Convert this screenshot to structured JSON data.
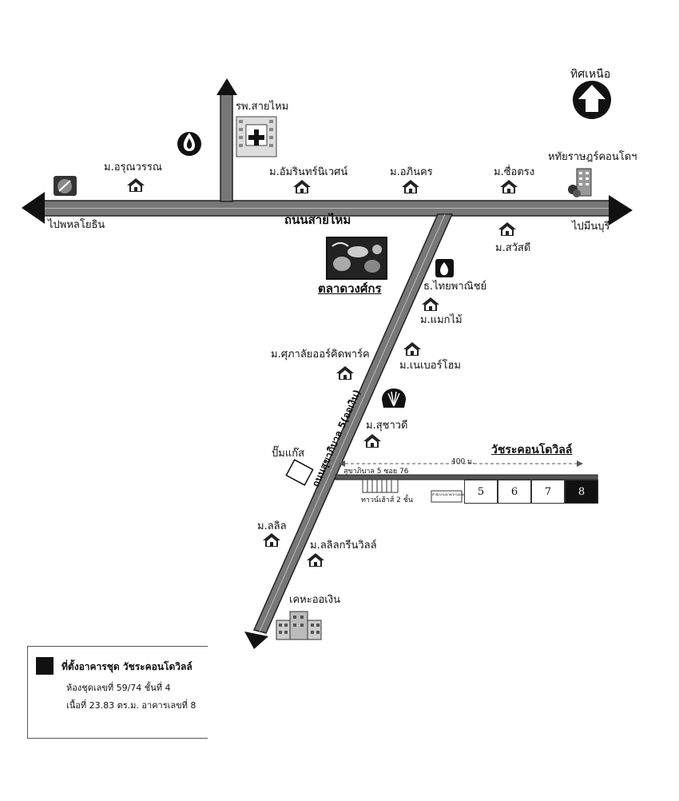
{
  "north": "ทิศเหนือ",
  "roads": {
    "main_road": "ถนนสายไหม",
    "to_phahon": "ไปพหลโยธิน",
    "to_minburi": "ไปมีนบุรี",
    "sukhaphiban": "ถนนสุขาภิบาล 5(ออเงิน)",
    "soi": "สุขาภิบาล 5 ซอย 76",
    "distance": "400 ม."
  },
  "places": {
    "hospital": "รพ.สายไหม",
    "arunwan": "ม.อรุณวรรณ",
    "amarin": "ม.อัมรินทร์นิเวศน์",
    "aphinakhon": "ม.อภินคร",
    "suetrong": "ม.ซื่อตรง",
    "condo_tenant": "หทัยราษฎร์คอนโดฯ",
    "sawasdi": "ม.สวัสดี",
    "market": "ตลาดวงศ์กร",
    "bank": "ธ.ไทยพาณิชย์",
    "maekmai": "ม.แมกไม้",
    "neighborhome": "ม.เนเบอร์โฮม",
    "supalai": "ม.ศุภาลัยออร์คิดพาร์ค",
    "suchawadee": "ม.สุชาวดี",
    "gas": "ปั๊มแก๊ส",
    "watchara": "วัชระคอนโดวิลล์",
    "townhouse": "ทาวน์เฮ้าส์ 2 ชั้น",
    "office": "สำนักงานขาย/ลานจอดรถ",
    "lalin": "ม.ลลิล",
    "lalingreen": "ม.ลลิลกรีนวิลล์",
    "kheha": "เคหะออเงิน"
  },
  "buildings": [
    "5",
    "6",
    "7",
    "8"
  ],
  "legend": {
    "title": "ที่ตั้งอาคารชุด วัชระคอนโดวิลล์",
    "line1": "ห้องชุดเลขที่ 59/74  ชั้นที่ 4",
    "line2": "เนื้อที่ 23.83 ตร.ม. อาคารเลขที่ 8"
  },
  "colors": {
    "road": "#777777",
    "road_edge": "#222222",
    "highlight": "#111111"
  }
}
